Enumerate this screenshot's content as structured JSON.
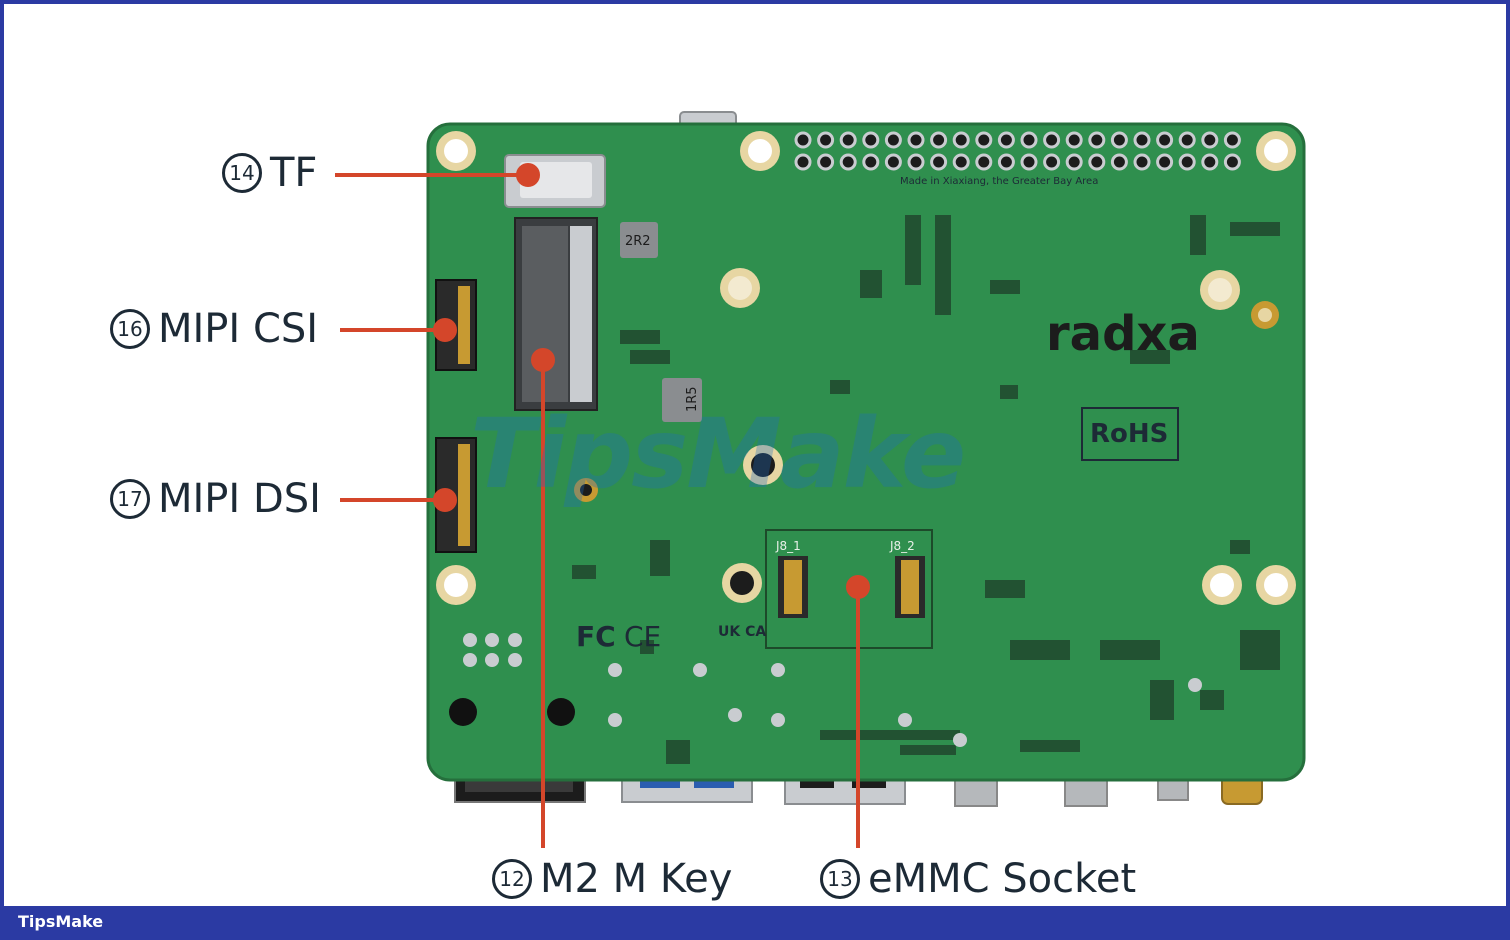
{
  "labels": {
    "tf": {
      "num": "14",
      "text": "TF"
    },
    "mipi_csi": {
      "num": "16",
      "text": "MIPI CSI"
    },
    "mipi_dsi": {
      "num": "17",
      "text": "MIPI DSI"
    },
    "m2": {
      "num": "12",
      "text": "M2 M Key"
    },
    "emmc": {
      "num": "13",
      "text": "eMMC Socket"
    }
  },
  "board": {
    "brand": "radxa",
    "silk_origin": "Made in Xiaxiang, the Greater Bay Area",
    "rohs": "RoHS",
    "cert_marks": [
      "FC",
      "CE",
      "UK CA"
    ],
    "inductor_a": "2R2",
    "inductor_b": "1R5",
    "conn_j8_1": "J8_1",
    "conn_j8_2": "J8_2"
  },
  "watermark": "TipsMake",
  "footer": "TipsMake",
  "colors": {
    "frame": "#2b3aa3",
    "pcb": "#2f8f4e",
    "leader": "#d4462a",
    "label": "#1d2a36"
  }
}
